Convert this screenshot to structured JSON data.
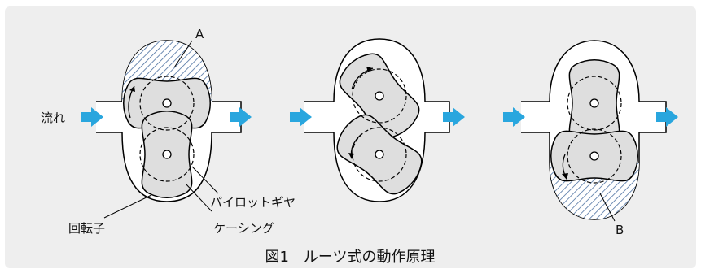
{
  "labels": {
    "flow": "流れ",
    "A": "A",
    "B": "B",
    "pilot_gear": "パイロットギヤ",
    "rotor": "回転子",
    "casing": "ケーシング"
  },
  "caption": "図1　ルーツ式の動作原理",
  "colors": {
    "background": "#eeeeee",
    "rotor_fill": "#dedede",
    "hatch": "#4a6fa0",
    "arrow": "#29a6de",
    "outline": "#000000"
  },
  "icons": [
    "flow-arrow-icon",
    "rotation-arrow-icon"
  ]
}
